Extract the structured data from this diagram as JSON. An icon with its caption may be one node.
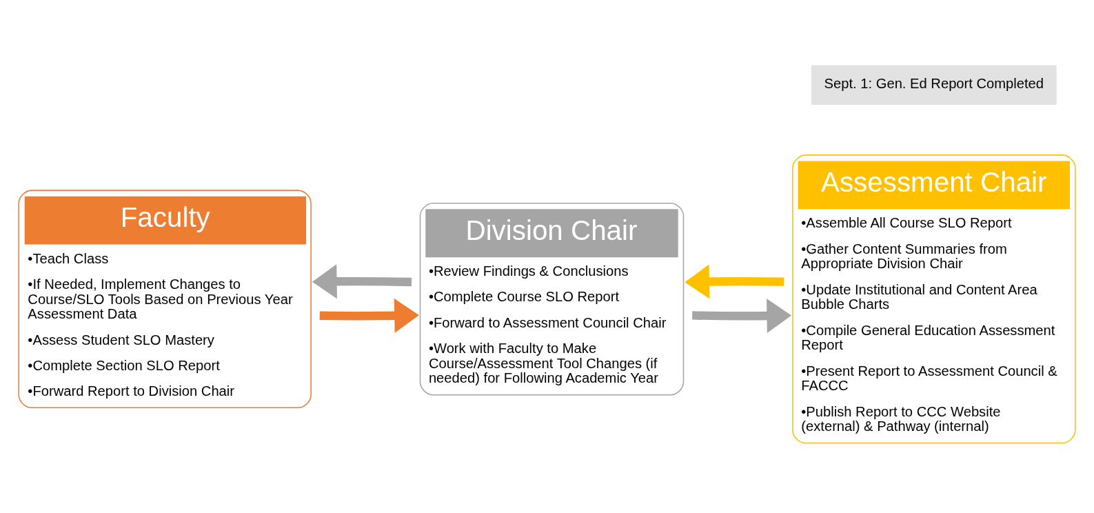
{
  "diagram": {
    "nodes": [
      {
        "text": [
          "Faculty",
          "•Teach Class",
          "•If Needed, Implement Changes to Course/SLO Tools Based on Previous Year Assessment Data",
          "•Assess Student SLO Mastery",
          "•Complete Section SLO Report",
          "•Forward Report to Division Chair"
        ]
      },
      {
        "text": [
          "Division Chair",
          "•Review Findings & Conclusions",
          "•Complete Course SLO Report",
          "•Forward to Assessment Council Chair",
          "•Work with Faculty to Make Course/Assessment Tool Changes (if needed) for Following Academic Year"
        ]
      },
      {
        "text": [
          "Assessment Chair",
          "•Assemble All Course SLO Report",
          "•Gather Content Summaries from Appropriate Division Chair",
          "•Update Institutional and Content Area Bubble Charts",
          "•Compile General Education Assessment Report",
          "•Present Report to Assessment Council & FACCC",
          "•Publish Report to CCC Website (external) & Pathway (internal)"
        ]
      },
      {
        "text": [
          "Sept. 1: Gen. Ed Report Completed"
        ]
      }
    ],
    "edges": [
      {
        "from": 0,
        "to": 1,
        "arrow": "to",
        "color": "#ed7d31"
      },
      {
        "from": 1,
        "to": 0,
        "arrow": "to",
        "color": "#a5a5a5"
      },
      {
        "from": 1,
        "to": 2,
        "arrow": "to",
        "color": "#a5a5a5"
      },
      {
        "from": 2,
        "to": 1,
        "arrow": "to",
        "color": "#ffc000"
      }
    ]
  }
}
